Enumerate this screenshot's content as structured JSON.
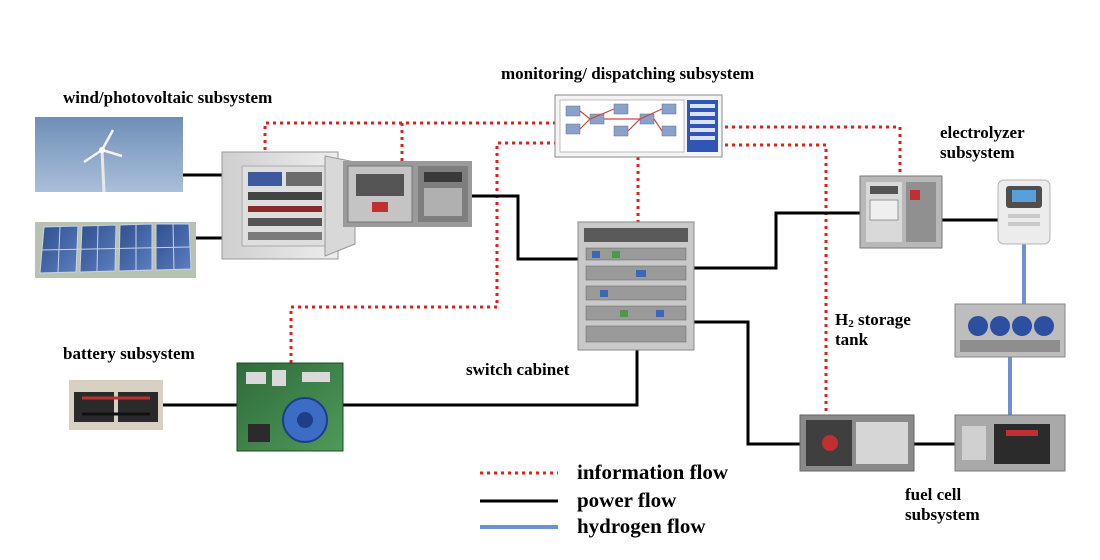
{
  "labels": {
    "monitoring": "monitoring/ dispatching subsystem",
    "wind_pv": "wind/photovoltaic subsystem",
    "electrolyzer_line1": "electrolyzer",
    "electrolyzer_line2": "subsystem",
    "h2_prefix": "H",
    "h2_sub": "2",
    "h2_line1_rest": " storage",
    "h2_line2": "tank",
    "battery": "battery subsystem",
    "switch_cabinet": "switch cabinet",
    "fuel_cell_line1": "fuel cell",
    "fuel_cell_line2": "subsystem"
  },
  "legend": {
    "information_flow": "information flow",
    "power_flow": "power flow",
    "hydrogen_flow": "hydrogen flow"
  },
  "colors": {
    "information_flow": "#e0201b",
    "power_flow": "#000000",
    "hydrogen_flow": "#6f8fd6"
  }
}
